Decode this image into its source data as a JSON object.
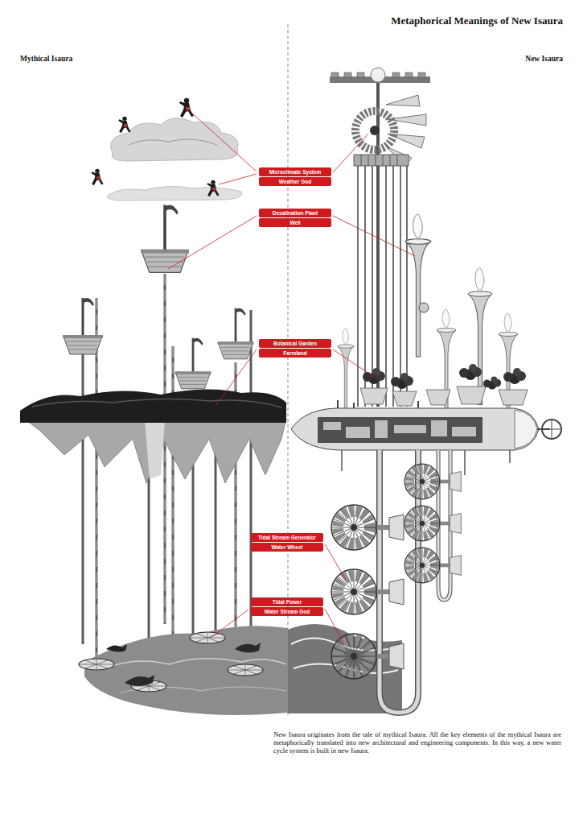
{
  "diagram": {
    "title": "Metaphorical Meanings of New Isaura",
    "caption": "New Isaura originates from the tale of mythical Isaura. All the key elements of the mythical Isaura are metaphorically translated into new architectural and engineering components. In this way, a new water cycle system is built in new Isaura.",
    "nodes": [
      {
        "text": [
          "Microclimate System"
        ]
      },
      {
        "text": [
          "Weather God"
        ]
      },
      {
        "text": [
          "Desalination Plant"
        ]
      },
      {
        "text": [
          "Well"
        ]
      },
      {
        "text": [
          "Botanical Garden"
        ]
      },
      {
        "text": [
          "Farmland"
        ]
      },
      {
        "text": [
          "Tidal Stream Generator"
        ]
      },
      {
        "text": [
          "Water Wheel"
        ]
      },
      {
        "text": [
          "Tidal Power"
        ]
      },
      {
        "text": [
          "Water Stream God"
        ]
      }
    ],
    "labels": [
      "Mythical Isaura",
      "New Isaura"
    ]
  }
}
